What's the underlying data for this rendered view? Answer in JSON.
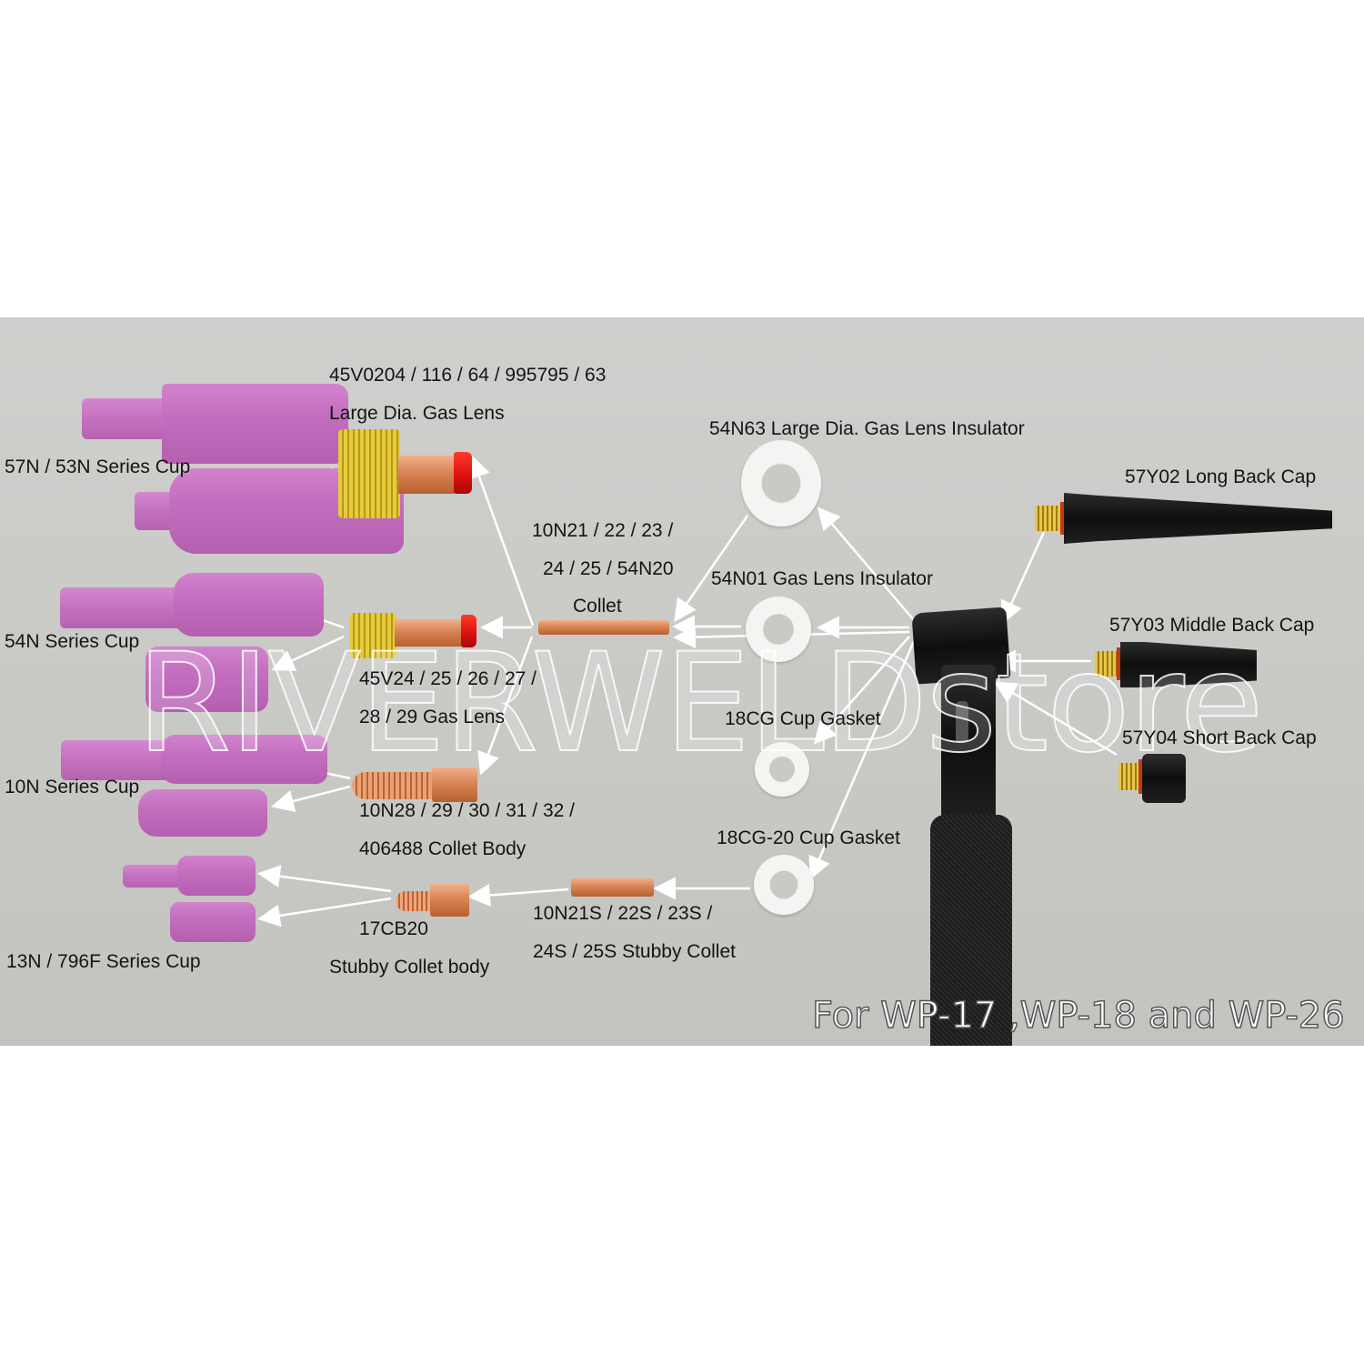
{
  "photo": {
    "background_color": "#cbccc8",
    "watermark": "RIVERWELDstore",
    "footer_caption": "For WP-17 ,WP-18 and WP-26"
  },
  "labels": {
    "large_gas_lens_parts": "45V0204 / 116 / 64 / 995795 / 63",
    "large_gas_lens_name": "Large Dia. Gas Lens",
    "cup_57n_53n": "57N / 53N Series Cup",
    "cup_54n": "54N Series Cup",
    "cup_10n": "10N Series Cup",
    "cup_13n_796f": "13N / 796F Series Cup",
    "collet_line1": "10N21 / 22 / 23 /",
    "collet_line2": "24 / 25 / 54N20",
    "collet_line3": "Collet",
    "insulator_large": "54N63 Large Dia. Gas Lens Insulator",
    "insulator_54n01": "54N01 Gas Lens Insulator",
    "gas_lens_line1": "45V24 / 25 / 26 / 27 /",
    "gas_lens_line2": "28 / 29 Gas Lens",
    "cup_gasket_18cg": "18CG Cup Gasket",
    "cup_gasket_18cg20": "18CG-20 Cup Gasket",
    "collet_body_line1": "10N28 / 29 / 30 / 31 / 32 /",
    "collet_body_line2": "406488 Collet Body",
    "stubby_body_line1": "17CB20",
    "stubby_body_line2": "Stubby Collet body",
    "stubby_collet_line1": "10N21S / 22S / 23S /",
    "stubby_collet_line2": "24S / 25S Stubby Collet",
    "back_cap_long": "57Y02 Long Back Cap",
    "back_cap_middle": "57Y03 Middle Back Cap",
    "back_cap_short": "57Y04 Short Back Cap"
  },
  "colors": {
    "cup_pink": "#c36ebf",
    "brass": "#d9b92a",
    "copper": "#d98455",
    "insulator_white": "#f4f4f2",
    "torch_black": "#151515",
    "arrow": "#ffffff"
  }
}
